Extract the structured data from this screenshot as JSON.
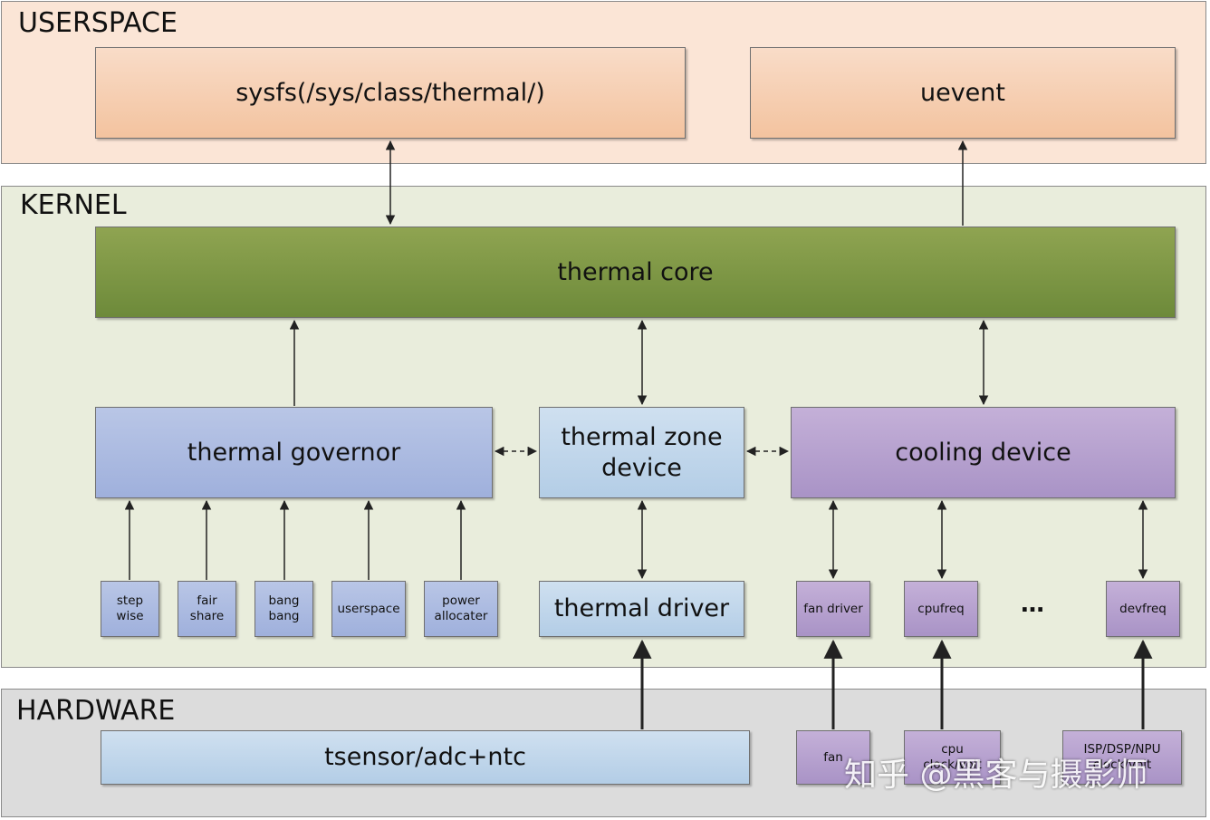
{
  "layers": {
    "userspace": "USERSPACE",
    "kernel": "KERNEL",
    "hardware": "HARDWARE"
  },
  "userspace": {
    "sysfs": "sysfs(/sys/class/thermal/)",
    "uevent": "uevent"
  },
  "kernel": {
    "thermal_core": "thermal core",
    "thermal_governor": "thermal governor",
    "thermal_zone_line1": "thermal zone",
    "thermal_zone_line2": "device",
    "cooling_device": "cooling device",
    "thermal_driver": "thermal driver",
    "governors": [
      {
        "line1": "step",
        "line2": "wise"
      },
      {
        "line1": "fair",
        "line2": "share"
      },
      {
        "line1": "bang",
        "line2": "bang"
      },
      {
        "line1": "userspace",
        "line2": ""
      },
      {
        "line1": "power",
        "line2": "allocater"
      }
    ],
    "cooling_drivers": [
      "fan driver",
      "cpufreq",
      "devfreq"
    ],
    "ellipsis": "…"
  },
  "hardware": {
    "tsensor": "tsensor/adc+ntc",
    "fan": "fan",
    "cpu_line1": "cpu",
    "cpu_line2": "clock/volt",
    "isp_line1": "ISP/DSP/NPU",
    "isp_line2": "clock/volt"
  },
  "watermark": "知乎 @黑客与摄影师",
  "colors": {
    "userspace_bg": "#fbe5d6",
    "kernel_bg": "#e9eddc",
    "hardware_bg": "#dcdcdc",
    "core_green": "#7a9645",
    "governor_blue": "#a9b8df",
    "zone_blue": "#bdd5ea",
    "cooling_purple": "#b39fcf"
  }
}
